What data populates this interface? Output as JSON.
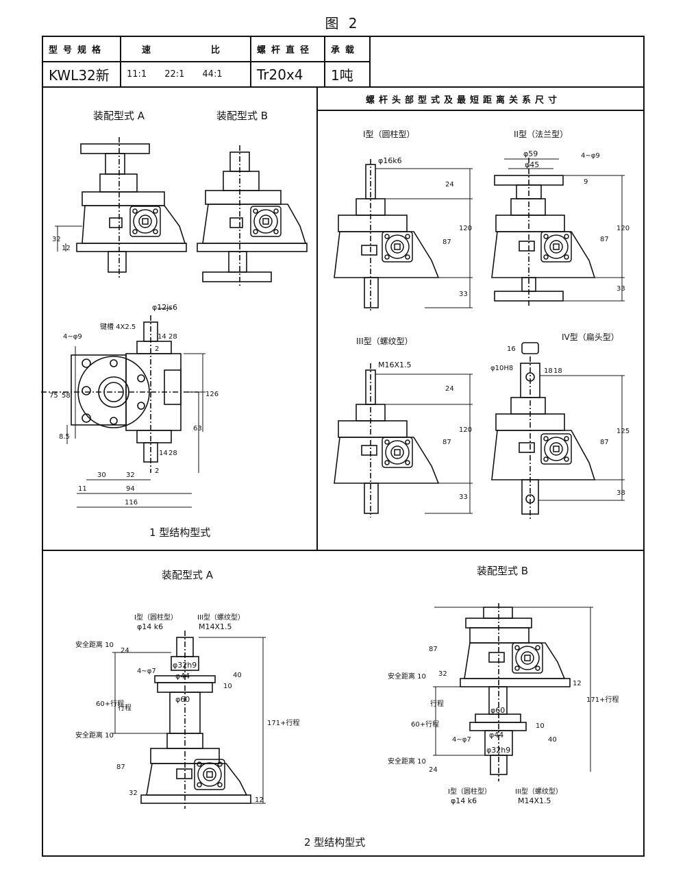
{
  "figure_title": "图 2",
  "spec_table": {
    "headers": {
      "model": "型号规格",
      "speed_ratio": [
        "速",
        "比"
      ],
      "screw_diameter": "螺杆直径",
      "load": "承载"
    },
    "values": {
      "model": "KWL32新",
      "ratios": [
        "11:1",
        "22:1",
        "44:1"
      ],
      "screw_diameter": "Tr20x4",
      "load": "1吨"
    }
  },
  "section1": {
    "assembly_a": "装配型式 A",
    "assembly_b": "装配型式 B",
    "caption": "1  型结构型式",
    "dims": {
      "d32": "32",
      "d12": "12",
      "shaft_dia": "φ12js6",
      "key": "键槽 4X2.5",
      "holes": "4~φ9",
      "d14a": "14",
      "d28a": "28",
      "d14b": "14",
      "d28b": "28",
      "d2a": "2",
      "d2b": "2",
      "d75": "75",
      "d58": "58",
      "d126": "126",
      "d63": "63",
      "d85": "8.5",
      "d30": "30",
      "d32b": "32",
      "d11": "11",
      "d94": "94",
      "d116": "116"
    }
  },
  "section_head": {
    "title": "螺杆头部型式及最短距离关系尺寸",
    "type1": "I型（圆柱型）",
    "type2": "II型（法兰型）",
    "type3": "III型（螺纹型）",
    "type4": "IV型（扁头型）",
    "t1": {
      "dia": "φ16k6",
      "d24": "24",
      "d120": "120",
      "d87": "87",
      "d33": "33"
    },
    "t2": {
      "d59": "φ59",
      "d45": "φ45",
      "holes": "4~φ9",
      "d9": "9",
      "d120": "120",
      "d87": "87",
      "d33": "33"
    },
    "t3": {
      "thread": "M16X1.5",
      "d24": "24",
      "d120": "120",
      "d87": "87",
      "d33": "33"
    },
    "t4": {
      "d16": "16",
      "hole": "φ10H8",
      "d18a": "18",
      "d18b": "18",
      "d125": "125",
      "d87": "87",
      "d38": "38"
    }
  },
  "section2": {
    "assembly_a": "装配型式 A",
    "assembly_b": "装配型式 B",
    "caption": "2  型结构型式",
    "a": {
      "t1": "I型（圆柱型）",
      "t1_dia": "φ14 k6",
      "t3": "III型（螺纹型）",
      "t3_thread": "M14X1.5",
      "safe1": "安全距离 10",
      "safe2": "安全距离 10",
      "d24": "24",
      "d32h9": "φ32h9",
      "holes": "4~φ7",
      "d44": "φ44",
      "d10": "10",
      "d40": "40",
      "d60": "φ60",
      "stroke": "60+行程",
      "stroke_lbl": "行程",
      "d171": "171+行程",
      "d87": "87",
      "d32": "32",
      "d12": "12"
    },
    "b": {
      "d87": "87",
      "d32": "32",
      "d12": "12",
      "safe1": "安全距离 10",
      "d171": "171+行程",
      "d60": "φ60",
      "stroke": "60+行程",
      "stroke_lbl": "行程",
      "d10": "10",
      "d44": "φ44",
      "holes": "4~φ7",
      "d40": "40",
      "d32h9": "φ32h9",
      "safe2": "安全距离 10",
      "d24": "24",
      "t1": "I型（圆柱型）",
      "t1_dia": "φ14 k6",
      "t3": "III型（螺纹型）",
      "t3_thread": "M14X1.5"
    }
  }
}
